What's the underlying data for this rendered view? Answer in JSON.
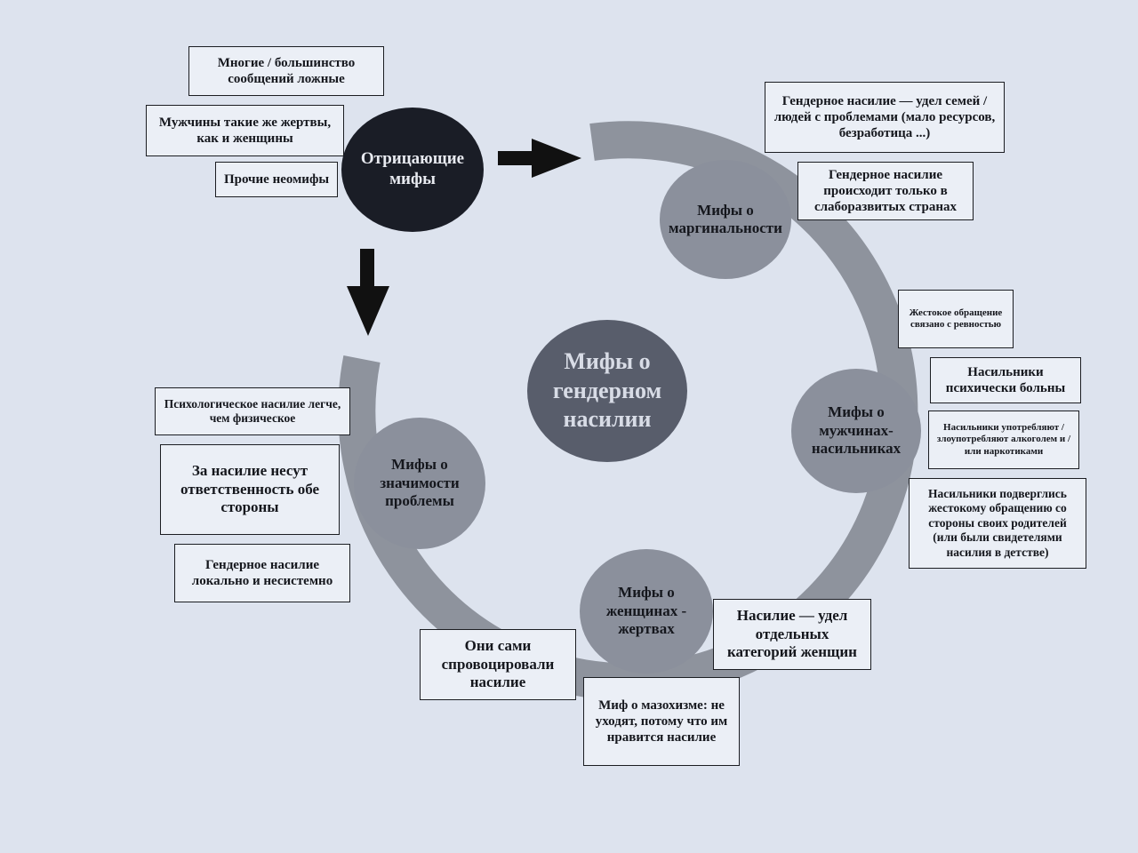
{
  "colors": {
    "page_background": "#dde3ee",
    "ring": "#8e939d",
    "root_node": "#1a1d26",
    "center_node": "#585d6b",
    "category_node": "#8b909c",
    "arrow": "#111111"
  },
  "root": {
    "label": "Отрицающие мифы"
  },
  "center": {
    "label": "Мифы о гендерном насилии"
  },
  "root_examples": [
    "Многие / большинство сообщений ложные",
    "Мужчины такие же жертвы, как и женщины",
    "Прочие неомифы"
  ],
  "categories": [
    {
      "label": "Мифы о маргинальности",
      "examples": [
        "Гендерное насилие — удел семей / людей с проблемами (мало ресурсов, безработица ...)",
        "Гендерное насилие происходит только в слаборазвитых странах"
      ]
    },
    {
      "label": "Мифы о мужчинах-насильниках",
      "examples": [
        "Жестокое обращение связано с ревностью",
        "Насильники психически больны",
        "Насильники употребляют / злоупотребляют алкоголем и / или наркотиками",
        "Насильники подверглись жестокому обращению со стороны своих родителей (или были свидетелями насилия в детстве)"
      ]
    },
    {
      "label": "Мифы о женщинах - жертвах",
      "examples": [
        "Насилие — удел отдельных категорий женщин",
        "Они сами спровоцировали насилие",
        "Миф о мазохизме: не уходят, потому что им нравится насилие"
      ]
    },
    {
      "label": "Мифы о значимости проблемы",
      "examples": [
        "Психологическое насилие легче, чем физическое",
        "За насилие несут ответственность обе стороны",
        "Гендерное насилие локально и несистемно"
      ]
    }
  ]
}
